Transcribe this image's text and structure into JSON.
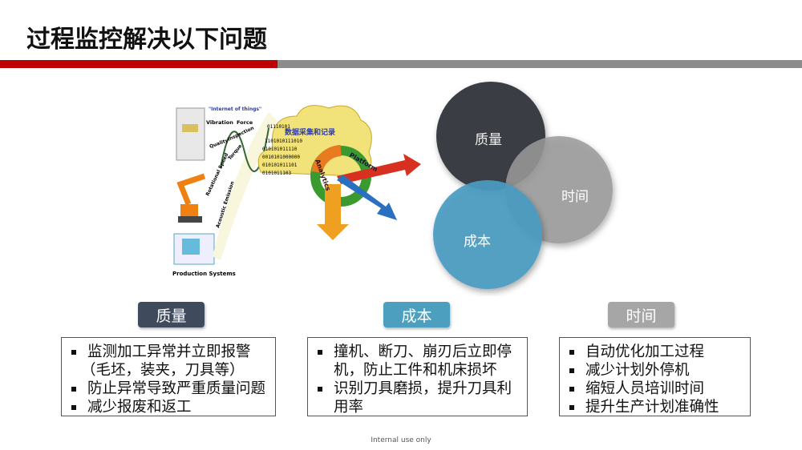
{
  "title": "过程监控解决以下问题",
  "colors": {
    "accent_red": "#c00000",
    "quality": "#3f4a5c",
    "cost": "#4d9fbf",
    "time": "#a6a6a6"
  },
  "illustration": {
    "iot_label": "\"Internet of things\"",
    "signals": [
      "Vibration",
      "Force",
      "Quality",
      "Inspection",
      "Torque",
      "Rotational Speed",
      "Acoustic Emission"
    ],
    "production_label": "Production Systems",
    "cloud_label": "数据采集和记录",
    "platform_label": "Platform",
    "analytics_label": "Analytics",
    "binary": [
      "01110101",
      "1101010111010",
      "010101011110",
      "0010101000000",
      "010101011101",
      "0101011103"
    ]
  },
  "venn": {
    "quality": "质量",
    "time": "时间",
    "cost": "成本"
  },
  "columns": [
    {
      "label": "质量",
      "items": [
        "监测加工异常并立即报警",
        "（毛坯，装夹，刀具等）",
        "防止异常导致严重质量问题",
        "减少报废和返工"
      ]
    },
    {
      "label": "成本",
      "items": [
        "撞机、断刀、崩刃后立即停",
        "机，防止工件和机床损坏",
        "识别刀具磨损，提升刀具利",
        "用率"
      ]
    },
    {
      "label": "时间",
      "items": [
        "自动优化加工过程",
        "减少计划外停机",
        "缩短人员培训时间",
        "提升生产计划准确性"
      ]
    }
  ],
  "footer": "Internal use only"
}
